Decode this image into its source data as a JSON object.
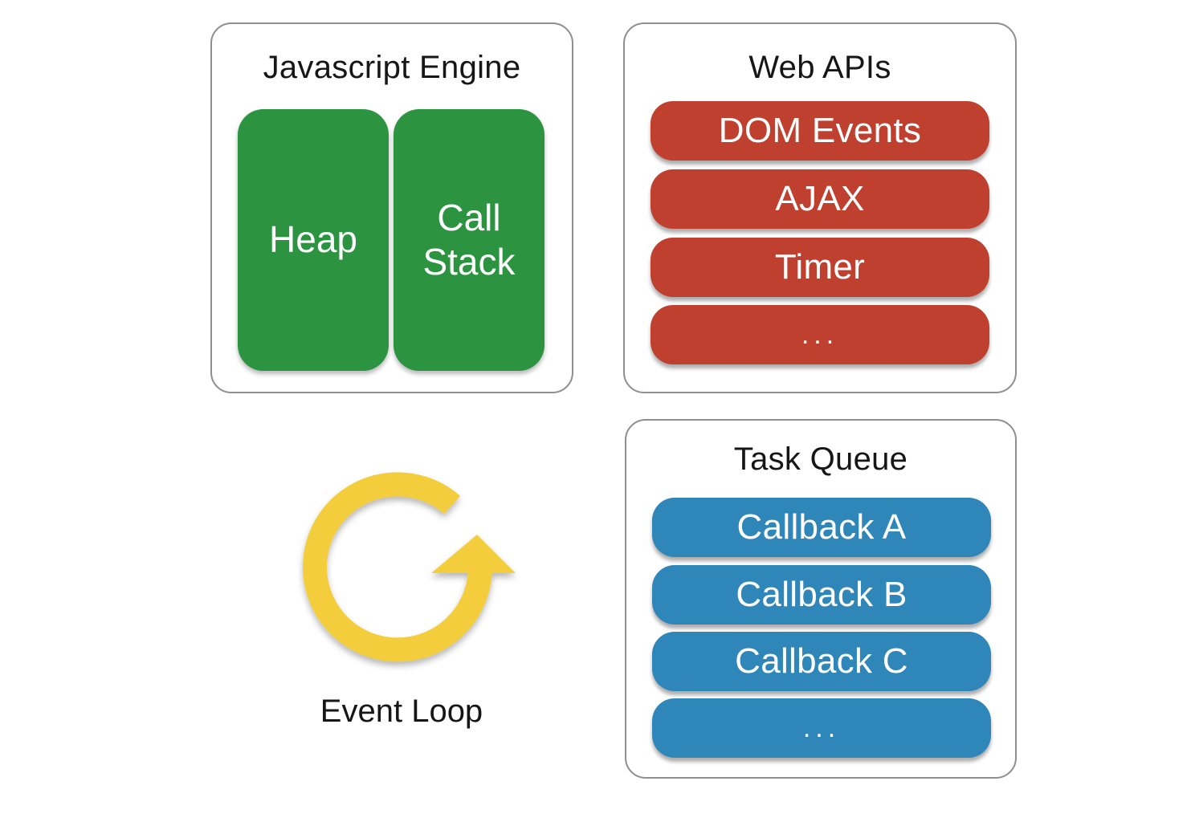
{
  "engine": {
    "title": "Javascript Engine",
    "heap": "Heap",
    "call_stack": "Call\nStack"
  },
  "web_apis": {
    "title": "Web APIs",
    "items": [
      "DOM Events",
      "AJAX",
      "Timer",
      "..."
    ]
  },
  "task_queue": {
    "title": "Task Queue",
    "items": [
      "Callback A",
      "Callback B",
      "Callback C",
      "..."
    ]
  },
  "event_loop": {
    "label": "Event Loop",
    "icon": "circular-arrow-icon"
  },
  "colors": {
    "engine_block": "#2c9440",
    "web_api_item": "#c0402f",
    "task_queue_item": "#2f86b8",
    "event_loop_icon": "#f3cd3a",
    "panel_border": "#8e8e93"
  }
}
